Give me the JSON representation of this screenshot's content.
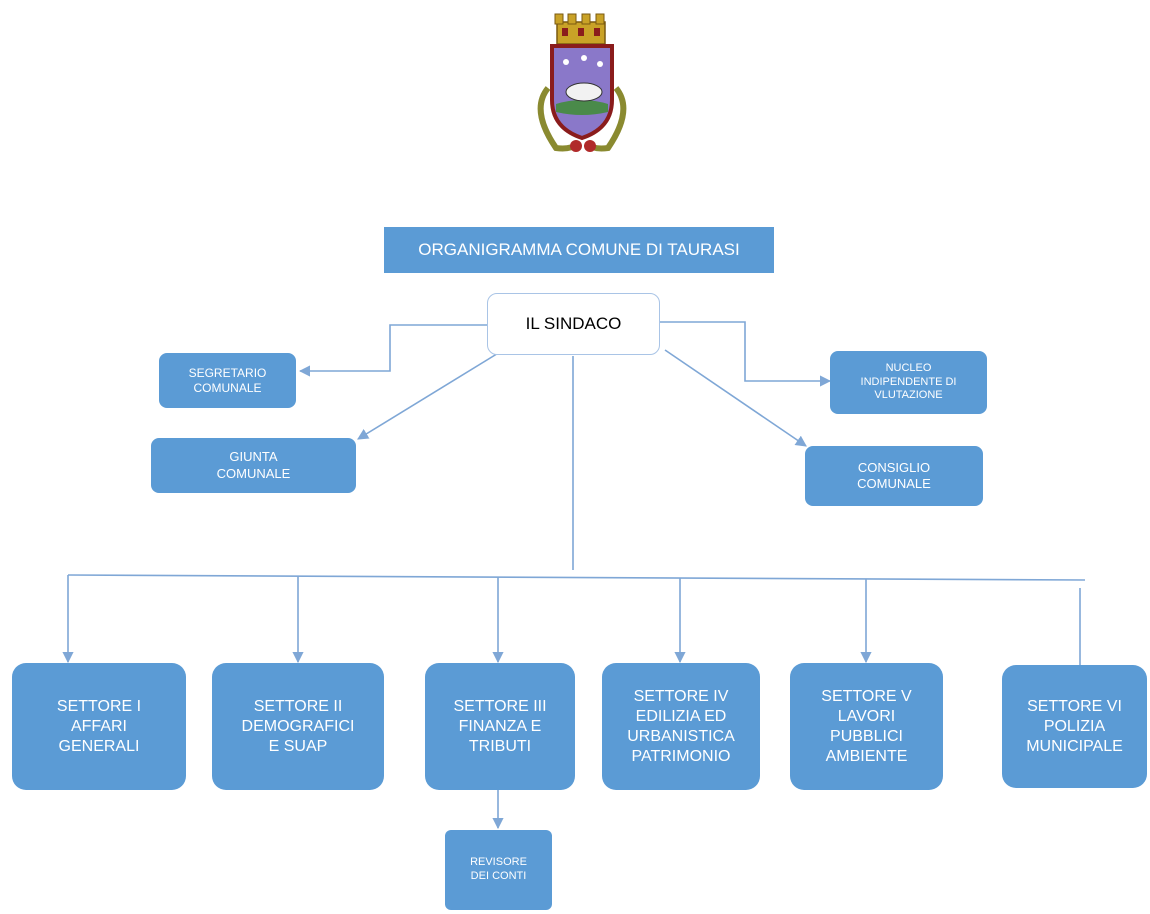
{
  "logo": {
    "name": "taurasi-coat-of-arms"
  },
  "title": "ORGANIGRAMMA COMUNE DI TAURASI",
  "sindaco": "IL SINDACO",
  "staff": {
    "segretario": "SEGRETARIO\nCOMUNALE",
    "giunta": "GIUNTA\nCOMUNALE",
    "nucleo": "NUCLEO\nINDIPENDENTE  DI\nVLUTAZIONE",
    "consiglio": "CONSIGLIO\nCOMUNALE"
  },
  "sectors": [
    "SETTORE I\nAFFARI\nGENERALI",
    "SETTORE II\nDEMOGRAFICI\nE SUAP",
    "SETTORE III\nFINANZA E\nTRIBUTI",
    "SETTORE IV\nEDILIZIA ED\nURBANISTICA\nPATRIMONIO",
    "SETTORE V\nLAVORI\nPUBBLICI\nAMBIENTE",
    "SETTORE VI\nPOLIZIA\nMUNICIPALE"
  ],
  "revisore": "REVISORE\nDEI CONTI",
  "colors": {
    "box": "#5b9bd5",
    "line": "#7fa7d6",
    "box_text": "#ffffff"
  }
}
